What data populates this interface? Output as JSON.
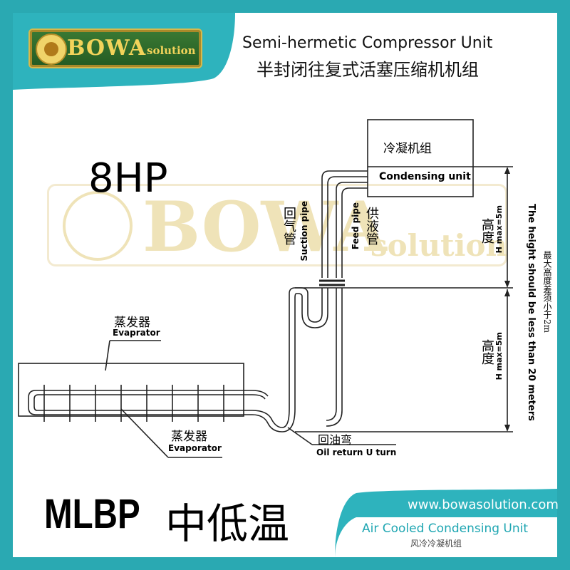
{
  "header": {
    "logo_brand": "BOWA",
    "logo_sub": "solution",
    "title_en": "Semi-hermetic Compressor Unit",
    "title_cn": "半封闭往复式活塞压缩机机组"
  },
  "watermark": {
    "brand": "BOWA",
    "sub": "solution"
  },
  "capacity": "8HP",
  "diagram": {
    "condensing_cn": "冷凝机组",
    "condensing_en": "Condensing unit",
    "suction_cn": "回气管",
    "suction_en": "Suction pipe",
    "feed_cn": "供液管",
    "feed_en": "Feed pipe",
    "height_cn_upper": "高度",
    "height_max_upper": "H max=5m",
    "height_cn_lower": "高度",
    "height_max_lower": "H max=5m",
    "height_note_en": "The height should be less than 20 meters",
    "height_note_cn": "最大高度差须小于2m",
    "evaporator_top_cn": "蒸发器",
    "evaporator_top_en": "Evaprator",
    "evaporator_bottom_cn": "蒸发器",
    "evaporator_bottom_en": "Evaporator",
    "oil_return_cn": "回油弯",
    "oil_return_en": "Oil return U turn"
  },
  "footer": {
    "model": "MLBP",
    "temperature": "中低温",
    "url": "www.bowasolution.com",
    "subtitle_en": "Air Cooled Condensing Unit",
    "subtitle_cn": "风冷冷凝机组"
  },
  "colors": {
    "teal": "#2eb3bd",
    "frame": "#2aa9b2",
    "logo_gold": "#f2d35a",
    "logo_green": "#2f6e2c"
  }
}
